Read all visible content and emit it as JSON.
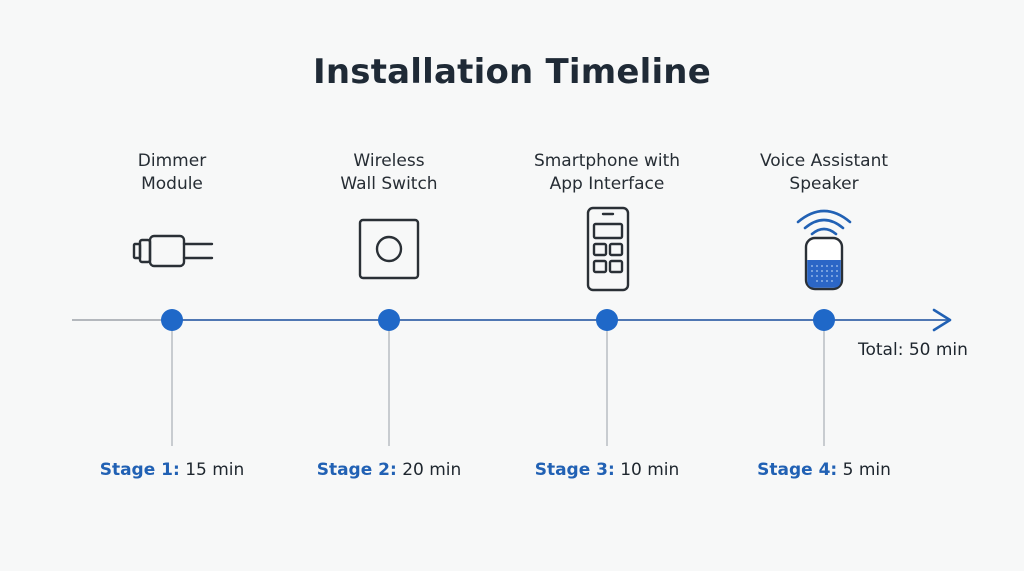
{
  "title": "Installation Timeline",
  "stages": [
    {
      "device_line1": "Dimmer",
      "device_line2": "Module",
      "icon": "plug-icon",
      "stage_label": "Stage 1:",
      "duration": "15 min"
    },
    {
      "device_line1": "Wireless",
      "device_line2": "Wall Switch",
      "icon": "wall-switch-icon",
      "stage_label": "Stage 2:",
      "duration": "20 min"
    },
    {
      "device_line1": "Smartphone with",
      "device_line2": "App Interface",
      "icon": "smartphone-icon",
      "stage_label": "Stage 3:",
      "duration": "10 min"
    },
    {
      "device_line1": "Voice Assistant",
      "device_line2": "Speaker",
      "icon": "smart-speaker-icon",
      "stage_label": "Stage 4:",
      "duration": "5 min"
    }
  ],
  "total": "Total: 50 min",
  "colors": {
    "accent": "#2161b4",
    "node": "#1f68c8",
    "axis_gray": "#b4b8bd",
    "icon_stroke": "#2a3036"
  }
}
